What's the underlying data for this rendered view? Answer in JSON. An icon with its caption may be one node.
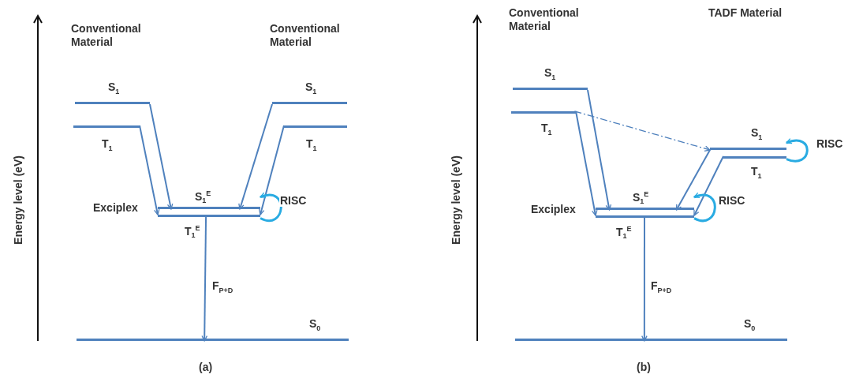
{
  "diagram": {
    "nodes": [
      {
        "text": [
          "S$_{1}$"
        ]
      },
      {
        "text": [
          "T$_{1}$"
        ]
      },
      {
        "text": [
          "S$_{1}$"
        ]
      },
      {
        "text": [
          "T$_{1}$"
        ]
      },
      {
        "text": [
          "S$_{1}$$^{E}$"
        ]
      },
      {
        "text": [
          "T$_{1}$$^{E}$"
        ]
      },
      {
        "text": [
          "S$_{0}$"
        ]
      },
      {
        "text": [
          "S$_{1}$"
        ]
      },
      {
        "text": [
          "T$_{1}$"
        ]
      },
      {
        "text": [
          "S$_{1}$"
        ]
      },
      {
        "text": [
          "T$_{1}$"
        ]
      },
      {
        "text": [
          "S$_{1}$$^{E}$"
        ]
      },
      {
        "text": [
          "T$_{1}$$^{E}$"
        ]
      },
      {
        "text": [
          "S$_{0}$"
        ]
      }
    ],
    "edges": [
      {
        "from": 0,
        "to": 4,
        "arrow": "to"
      },
      {
        "from": 1,
        "to": 5,
        "arrow": "to"
      },
      {
        "from": 2,
        "to": 4,
        "arrow": "to"
      },
      {
        "from": 3,
        "to": 5,
        "arrow": "to"
      },
      {
        "from": 5,
        "to": 4,
        "arrow": "to",
        "label": "RISC",
        "color": "#29abe2"
      },
      {
        "from": 5,
        "to": 6,
        "arrow": "to",
        "label": "F$_{P+D}$"
      },
      {
        "from": 7,
        "to": 11,
        "arrow": "to"
      },
      {
        "from": 8,
        "to": 12,
        "arrow": "to"
      },
      {
        "from": 9,
        "to": 11,
        "arrow": "to"
      },
      {
        "from": 10,
        "to": 12,
        "arrow": "to"
      },
      {
        "from": 12,
        "to": 11,
        "arrow": "to",
        "label": "RISC",
        "color": "#29abe2"
      },
      {
        "from": 10,
        "to": 9,
        "arrow": "to",
        "label": "RISC",
        "color": "#29abe2"
      },
      {
        "from": 8,
        "to": 9,
        "arrow": "to",
        "style": "dashed"
      },
      {
        "from": 12,
        "to": 13,
        "arrow": "to",
        "label": "F$_{P+D}$"
      }
    ],
    "labels": [
      "Conventional Material",
      "Conventional Material",
      "Conventional Material",
      "TADF Material",
      "Energy level (eV)",
      "Exciplex",
      "(a)",
      "Energy level (eV)",
      "Exciplex",
      "(b)"
    ]
  }
}
